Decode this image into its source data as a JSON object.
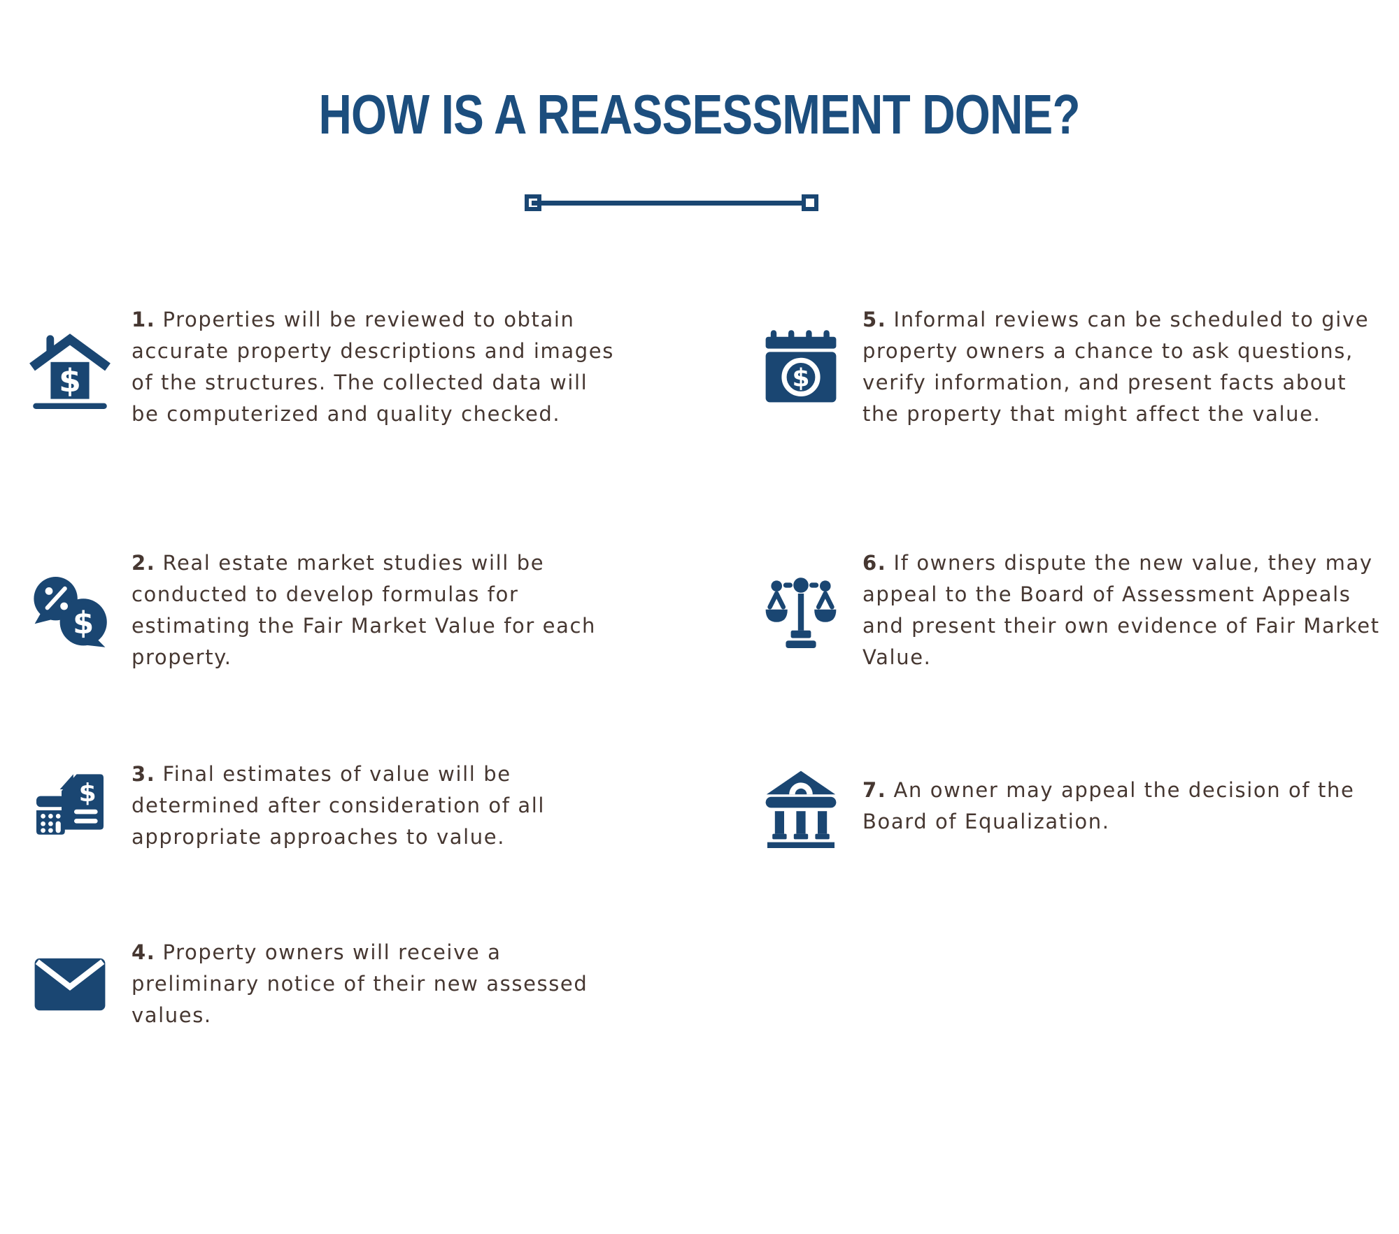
{
  "page": {
    "title": "HOW IS A REASSESSMENT DONE?",
    "colors": {
      "icon_navy": "#1A4672",
      "title_navy": "#1C4E7E",
      "body_text": "#463731",
      "background": "#FFFFFF"
    },
    "divider": "horizontal-line-with-square-endpoints"
  },
  "steps": [
    {
      "number": "1.",
      "text": "Properties will be reviewed to obtain accurate property descriptions and images of the structures. The collected data will be computerized and quality checked.",
      "icon": "house-dollar-icon"
    },
    {
      "number": "2.",
      "text": "Real estate market studies will be conducted to develop formulas for estimating the Fair Market Value for each property.",
      "icon": "speech-bubbles-percent-dollar-icon"
    },
    {
      "number": "3.",
      "text": "Final estimates of value will be determined after consideration of all appropriate approaches to value.",
      "icon": "calculator-invoice-icon"
    },
    {
      "number": "4.",
      "text": "Property owners will receive a preliminary notice of their new assessed values.",
      "icon": "envelope-icon"
    },
    {
      "number": "5.",
      "text": "Informal reviews can be scheduled to give property owners a chance to ask questions, verify information, and present facts about the property that might affect the value.",
      "icon": "calendar-dollar-icon"
    },
    {
      "number": "6.",
      "text": "If owners dispute the new value, they may appeal to the Board of Assessment Appeals and present their own evidence of Fair Market Value.",
      "icon": "scales-of-justice-icon"
    },
    {
      "number": "7.",
      "text": "An owner may appeal the decision of the Board of Equalization.",
      "icon": "courthouse-building-icon"
    }
  ]
}
